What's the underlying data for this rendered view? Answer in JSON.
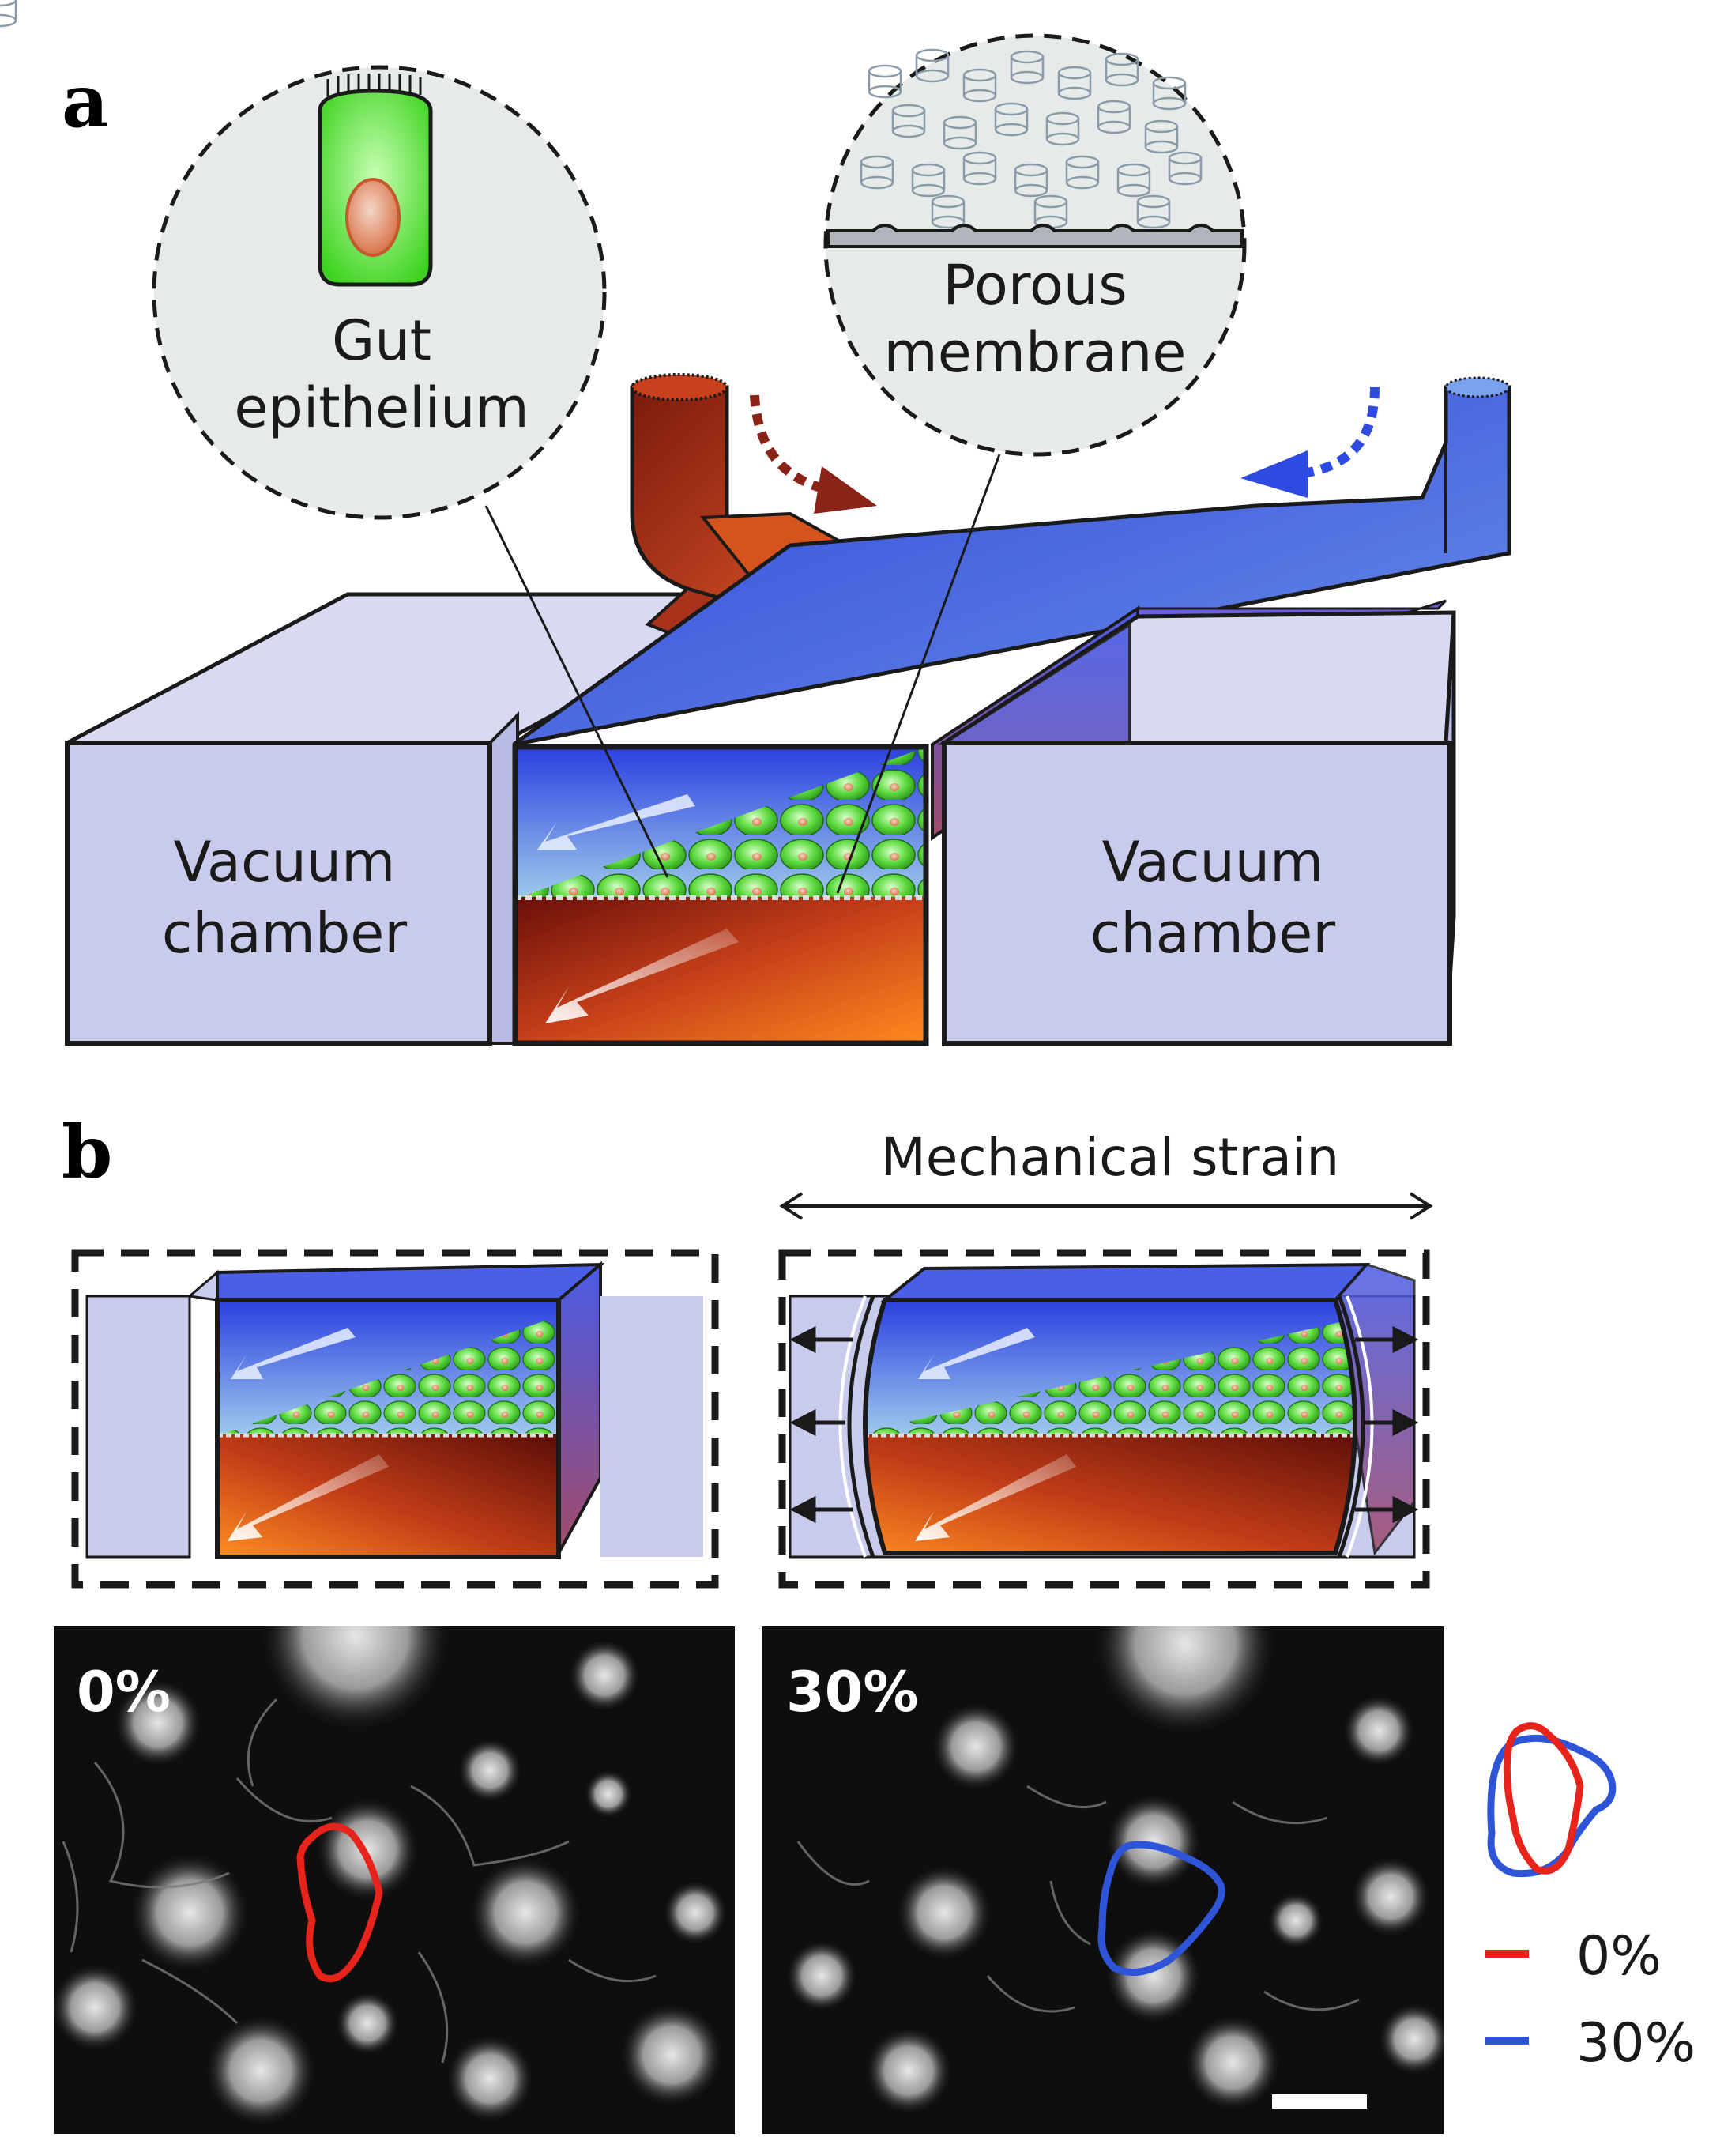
{
  "panel_a": {
    "letter": "a",
    "callout_left": {
      "line1": "Gut",
      "line2": "epithelium"
    },
    "callout_right": {
      "line1": "Porous",
      "line2": "membrane"
    },
    "chamber_left": {
      "line1": "Vacuum",
      "line2": "chamber"
    },
    "chamber_right": {
      "line1": "Vacuum",
      "line2": "chamber"
    }
  },
  "panel_b": {
    "letter": "b",
    "strain_label": "Mechanical strain",
    "micrograph_left_label": "0%",
    "micrograph_right_label": "30%",
    "legend": [
      {
        "label": "0%",
        "color": "#e8231c"
      },
      {
        "label": "30%",
        "color": "#2e55d8"
      }
    ]
  },
  "colors": {
    "chamber_fill": "#c9cbed",
    "blue_channel": "#3b55e0",
    "red_channel": "#b3361c",
    "cell_green": "#5ad83c",
    "callout_bg": "#e6ebea"
  }
}
